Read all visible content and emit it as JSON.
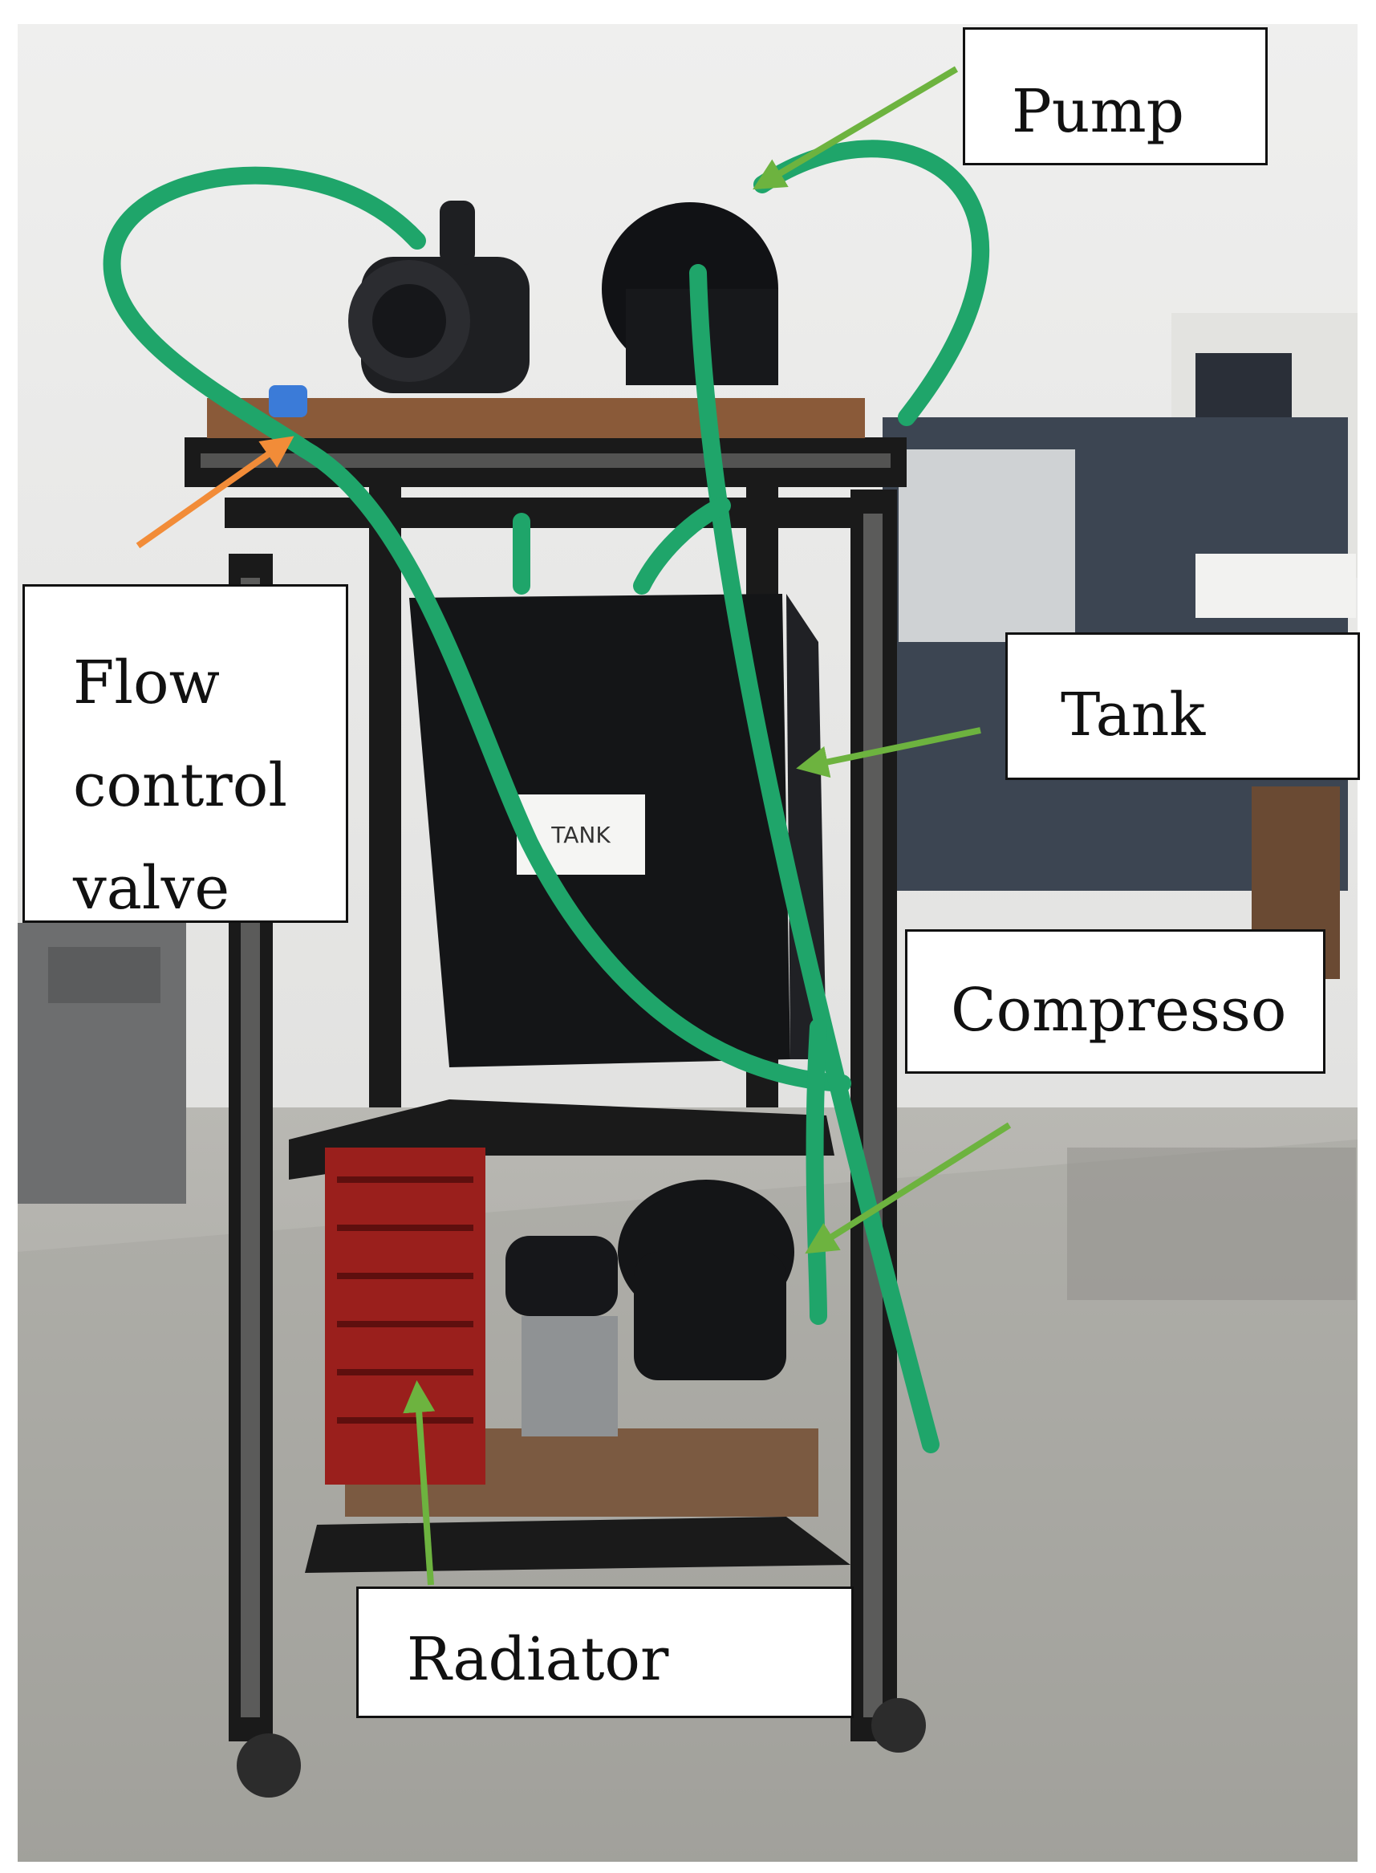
{
  "labels": {
    "pump": "Pump",
    "flow_control_valve": "Flow control valve",
    "tank": "Tank",
    "compressor": "Compresso",
    "radiator": "Radiator"
  },
  "tank_sticker": "TANK",
  "colors": {
    "arrow_green": "#6db33f",
    "arrow_orange": "#f28c38",
    "hose_green": "#1fa56a",
    "frame_black": "#1a1a1a",
    "radiator_red": "#9a1f1c",
    "floor_grey": "#a9a8a3",
    "wall_white": "#e8e8e6"
  }
}
